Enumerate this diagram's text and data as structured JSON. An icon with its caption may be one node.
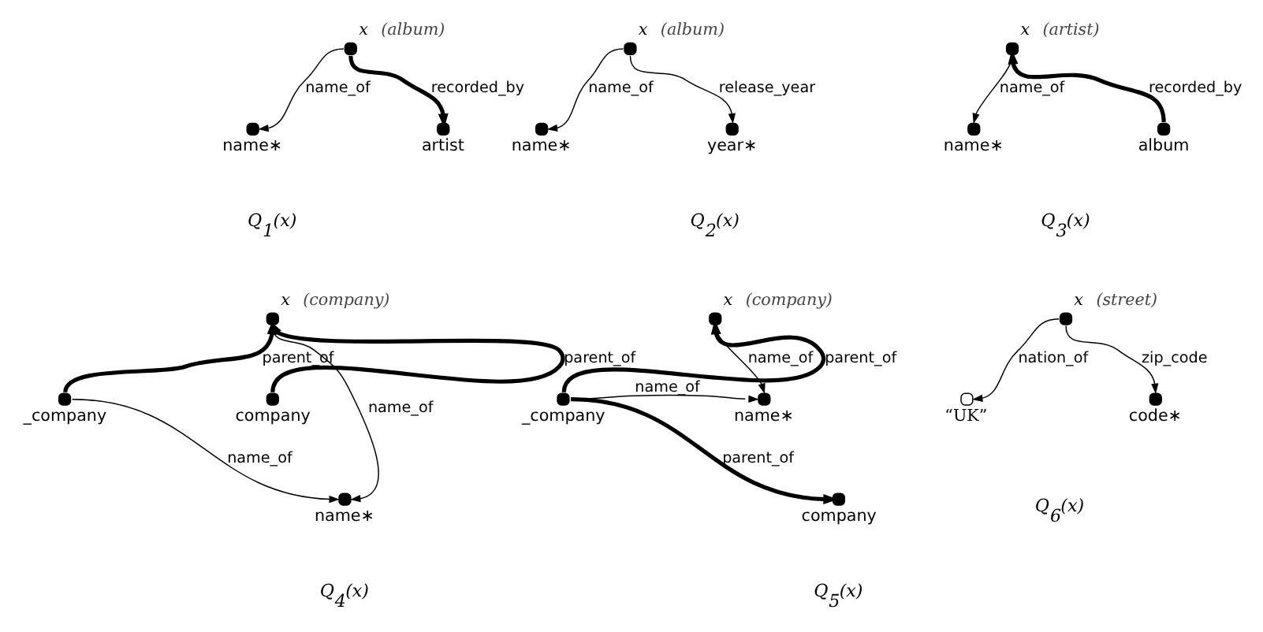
{
  "diagram": {
    "nodes": [
      {
        "text": [],
        "shape": "dot",
        "beside": [
          "x",
          "(album)"
        ]
      },
      {
        "text": [],
        "shape": "dot",
        "beside": [
          "name∗"
        ]
      },
      {
        "text": [],
        "shape": "dot",
        "beside": [
          "artist"
        ]
      },
      {
        "text": [],
        "shape": "dot",
        "beside": [
          "x",
          "(album)"
        ]
      },
      {
        "text": [],
        "shape": "dot",
        "beside": [
          "name∗"
        ]
      },
      {
        "text": [],
        "shape": "dot",
        "beside": [
          "year∗"
        ]
      },
      {
        "text": [],
        "shape": "dot",
        "beside": [
          "x",
          "(artist)"
        ]
      },
      {
        "text": [],
        "shape": "dot",
        "beside": [
          "name∗"
        ]
      },
      {
        "text": [],
        "shape": "dot",
        "beside": [
          "album"
        ]
      },
      {
        "text": [],
        "shape": "dot",
        "beside": [
          "x",
          "(company)"
        ]
      },
      {
        "text": [],
        "shape": "dot",
        "beside": [
          "_company"
        ]
      },
      {
        "text": [],
        "shape": "dot",
        "beside": [
          "company"
        ]
      },
      {
        "text": [],
        "shape": "dot",
        "beside": [
          "name∗"
        ]
      },
      {
        "text": [],
        "shape": "dot",
        "beside": [
          "x",
          "(company)"
        ]
      },
      {
        "text": [],
        "shape": "dot",
        "beside": [
          "_company"
        ]
      },
      {
        "text": [],
        "shape": "dot",
        "beside": [
          "name∗"
        ]
      },
      {
        "text": [],
        "shape": "dot",
        "beside": [
          "company"
        ]
      },
      {
        "text": [],
        "shape": "dot",
        "beside": [
          "x",
          "(street)"
        ]
      },
      {
        "text": [],
        "shape": "circle",
        "beside": [
          "“UK”"
        ]
      },
      {
        "text": [],
        "shape": "dot",
        "beside": [
          "code∗"
        ]
      }
    ],
    "edges": [
      {
        "from": 0,
        "to": 1,
        "arrow": "to",
        "label": "name_of"
      },
      {
        "from": 0,
        "to": 2,
        "arrow": "to",
        "label": "recorded_by",
        "style": "thick"
      },
      {
        "from": 3,
        "to": 4,
        "arrow": "to",
        "label": "name_of"
      },
      {
        "from": 3,
        "to": 5,
        "arrow": "to",
        "label": "release_year"
      },
      {
        "from": 6,
        "to": 7,
        "arrow": "to",
        "label": "name_of"
      },
      {
        "from": 8,
        "to": 6,
        "arrow": "to",
        "label": "recorded_by",
        "style": "thick"
      },
      {
        "from": 10,
        "to": 9,
        "arrow": "to",
        "label": "parent_of",
        "style": "thick"
      },
      {
        "from": 11,
        "to": 9,
        "arrow": "to",
        "label": "parent_of",
        "style": "thick"
      },
      {
        "from": 9,
        "to": 12,
        "arrow": "to",
        "label": "name_of"
      },
      {
        "from": 10,
        "to": 12,
        "arrow": "to",
        "label": "name_of"
      },
      {
        "from": 14,
        "to": 13,
        "arrow": "to",
        "label": "parent_of",
        "style": "thick"
      },
      {
        "from": 13,
        "to": 15,
        "arrow": "to",
        "label": "name_of"
      },
      {
        "from": 14,
        "to": 15,
        "arrow": "to",
        "label": "name_of"
      },
      {
        "from": 14,
        "to": 16,
        "arrow": "to",
        "label": "parent_of",
        "style": "thick"
      },
      {
        "from": 17,
        "to": 18,
        "arrow": "to",
        "label": "nation_of"
      },
      {
        "from": 17,
        "to": 19,
        "arrow": "to",
        "label": "zip_code"
      }
    ],
    "labels": [
      "Q$_{1}$(x)",
      "Q$_{2}$(x)",
      "Q$_{3}$(x)",
      "Q$_{4}$(x)",
      "Q$_{5}$(x)",
      "Q$_{6}$(x)"
    ]
  }
}
